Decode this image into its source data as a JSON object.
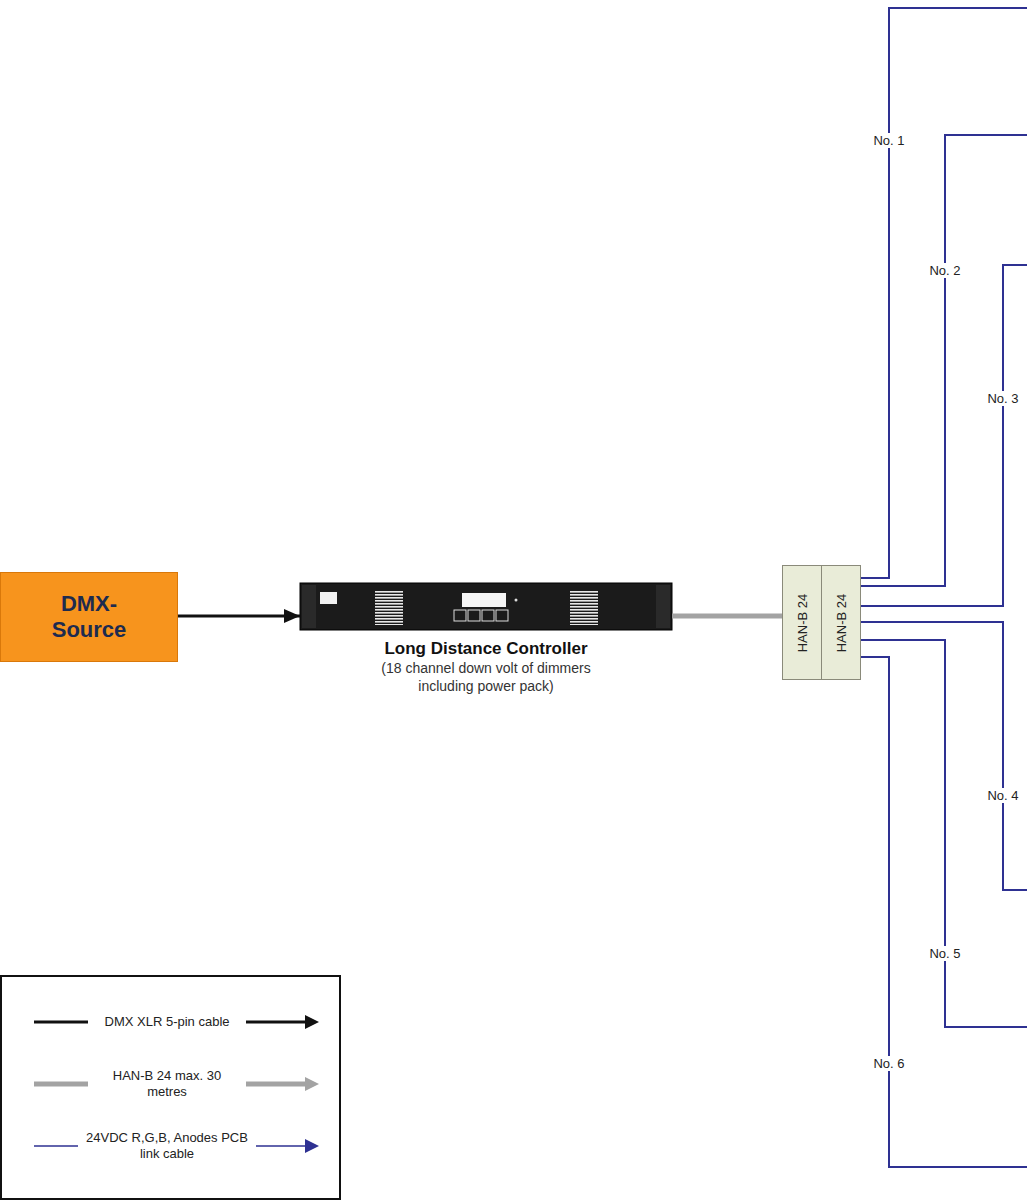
{
  "diagram": {
    "nodes": [
      {
        "text": [
          "DMX- Source"
        ]
      },
      {
        "text": [
          "Long Distance Controller",
          "(18 channel down volt of dimmers including power pack)"
        ]
      },
      {
        "text": [
          "HAN-B 24"
        ]
      },
      {
        "text": [
          "HAN-B 24"
        ]
      }
    ],
    "edges": [
      {
        "from": 0,
        "to": 1,
        "arrow": "to"
      },
      {
        "from": 1,
        "to": 2,
        "arrow": "none"
      }
    ],
    "labels": [
      "No. 1",
      "No. 2",
      "No. 3",
      "No. 4",
      "No. 5",
      "No. 6"
    ],
    "legend": [
      {
        "text": "DMX XLR 5-pin cable"
      },
      {
        "text": "HAN-B 24 max. 30 metres"
      },
      {
        "text": "24VDC R,G,B, Anodes PCB link cable"
      }
    ]
  }
}
